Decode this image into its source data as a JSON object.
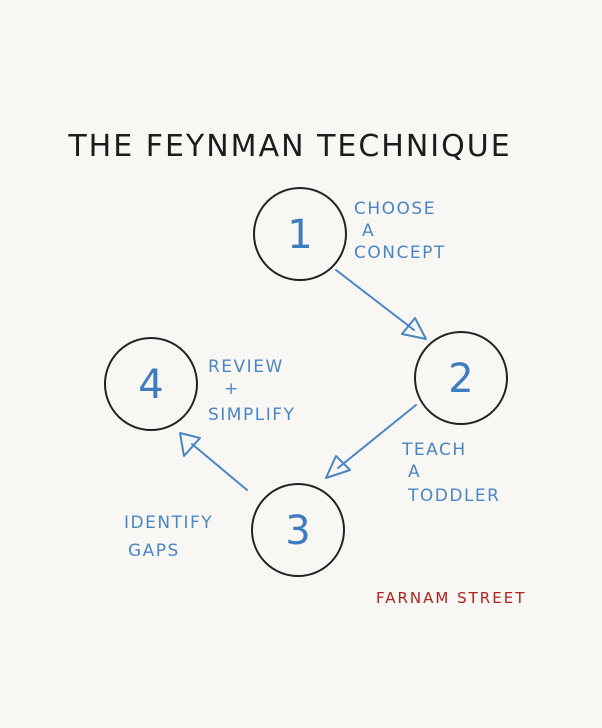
{
  "title": "THE FEYNMAN TECHNIQUE",
  "steps": [
    {
      "number": "1",
      "label_lines": [
        "CHOOSE",
        "A",
        "CONCEPT"
      ]
    },
    {
      "number": "2",
      "label_lines": [
        "TEACH",
        "A",
        "TODDLER"
      ]
    },
    {
      "number": "3",
      "label_lines": [
        "IDENTIFY",
        "GAPS"
      ]
    },
    {
      "number": "4",
      "label_lines": [
        "REVIEW",
        "+",
        "SIMPLIFY"
      ]
    }
  ],
  "credit": "FARNAM STREET",
  "colors": {
    "background": "#f8f7f4",
    "title": "#1c1c1c",
    "steps": "#4a86c4",
    "credit": "#b0221b"
  }
}
